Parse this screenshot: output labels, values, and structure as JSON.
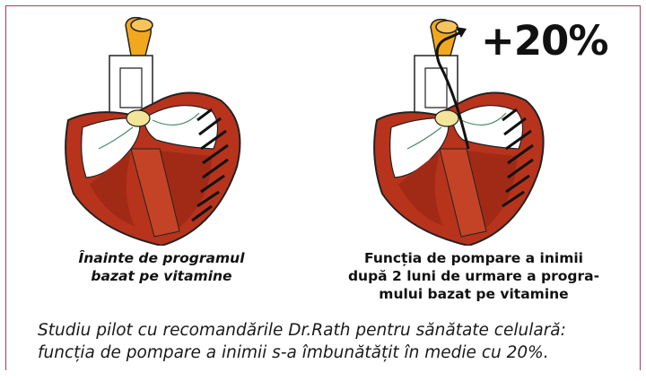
{
  "improvement_label": "+20%",
  "captions": {
    "before_lines": [
      "Înainte de programul",
      "bazat pe vitamine"
    ],
    "after_lines": [
      "Funcția de pompare a inimii",
      "după 2 luni de urmare a progra-",
      "mului bazat pe vitamine"
    ]
  },
  "study_lines": [
    "Studiu pilot cu recomandările Dr.Rath pentru sănătate celulară:",
    "funcția de pompare a inimii s-a îmbunătățit în medie cu 20%."
  ],
  "colors": {
    "frame": "#b23a5a",
    "myocardium": "#b8331c",
    "myocardium_dark": "#8e2412",
    "aorta": "#f2a81e",
    "valve": "#f2e59a",
    "outline": "#222222"
  },
  "icons": [
    "heart-before-illustration",
    "heart-after-illustration",
    "flow-arrow-icon"
  ]
}
